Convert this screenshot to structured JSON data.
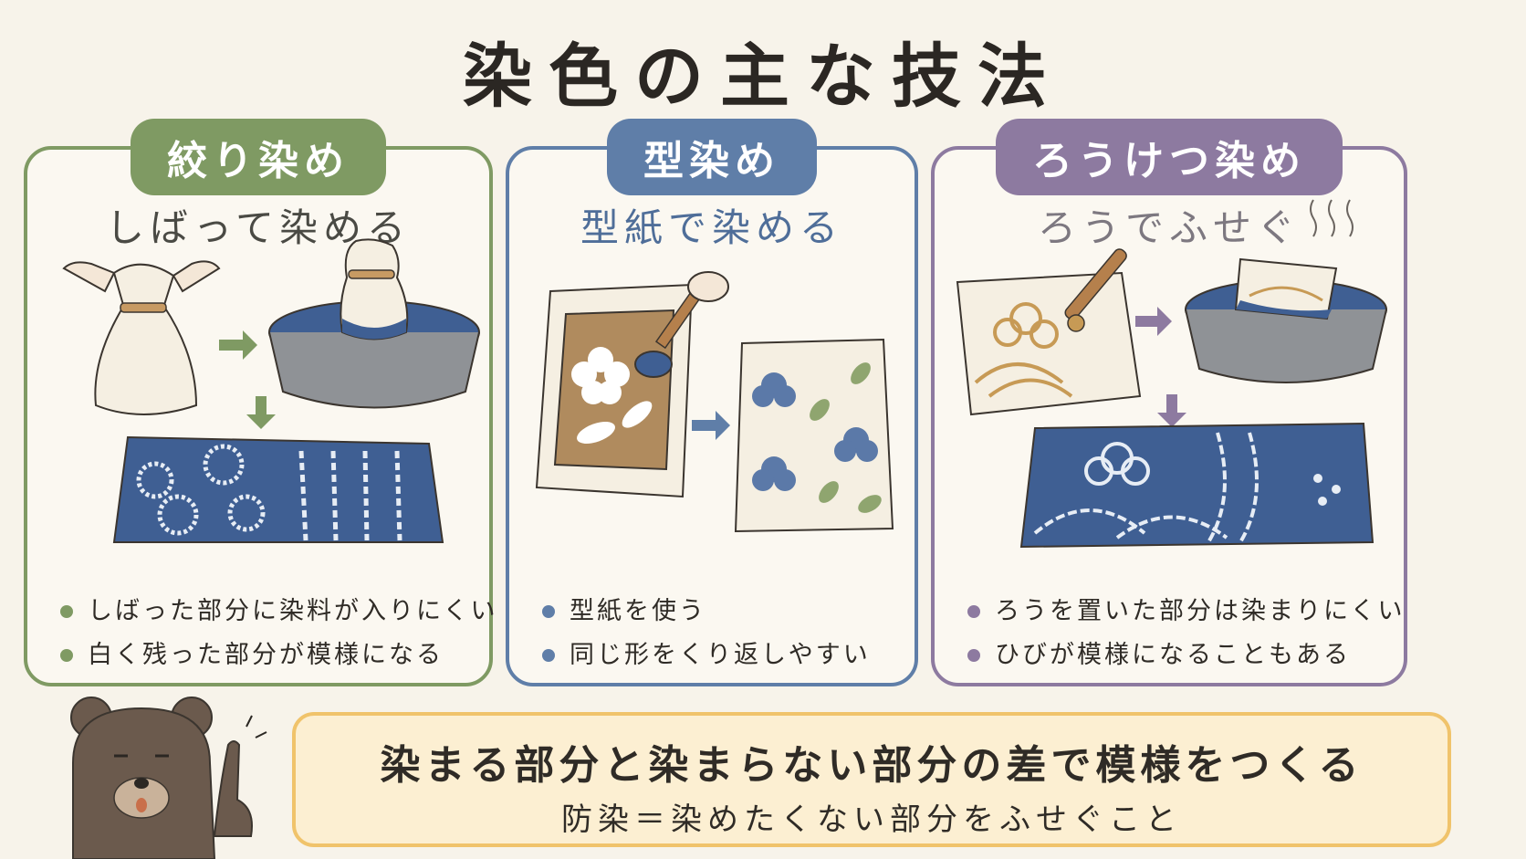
{
  "title": "染色の主な技法",
  "colors": {
    "shibori": "#7f9a63",
    "katazome": "#5f7ea8",
    "rouketsu": "#8d7aa0",
    "indigo": "#3f5f93",
    "summary_border": "#f0c36b",
    "summary_bg": "#fcefd2"
  },
  "panels": [
    {
      "tag": "絞り染め",
      "subtitle": "しばって染める",
      "bullets": [
        "しばった部分に染料が入りにくい",
        "白く残った部分が模様になる"
      ]
    },
    {
      "tag": "型染め",
      "subtitle": "型紙で染める",
      "bullets": [
        "型紙を使う",
        "同じ形をくり返しやすい"
      ]
    },
    {
      "tag": "ろうけつ染め",
      "subtitle": "ろうでふせぐ",
      "bullets": [
        "ろうを置いた部分は染まりにくい",
        "ひびが模様になることもある"
      ]
    }
  ],
  "summary": {
    "main": "染まる部分と染まらない部分の差で模様をつくる",
    "sub": "防染＝染めたくない部分をふせぐこと"
  },
  "icons": [
    "tied-cloth-icon",
    "dye-bath-icon",
    "arrow-right-icon",
    "arrow-down-icon",
    "shibori-cloth-icon",
    "stencil-icon",
    "brush-icon",
    "stencil-print-icon",
    "wax-pen-icon",
    "wax-cloth-icon",
    "batik-cloth-icon",
    "bear-mascot-icon"
  ]
}
